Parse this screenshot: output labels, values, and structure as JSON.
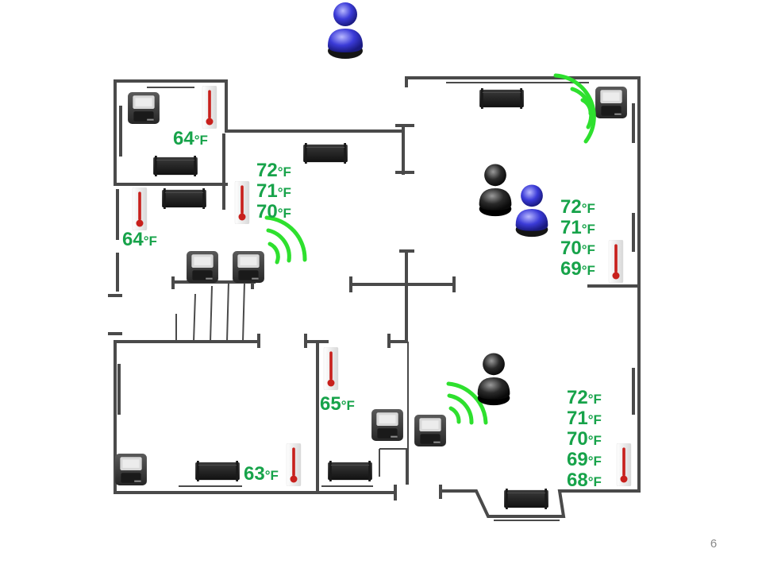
{
  "colors": {
    "temperature": "#17a34a",
    "wall": "#4a4a4a",
    "signal": "#2ee02e",
    "thermo_red": "#c8201c"
  },
  "unit": "°F",
  "page_number": "6",
  "temperature_groups": [
    {
      "id": "top-left-room",
      "readings": [
        "64"
      ]
    },
    {
      "id": "hall",
      "readings": [
        "72",
        "71",
        "70"
      ]
    },
    {
      "id": "left-room",
      "readings": [
        "64"
      ]
    },
    {
      "id": "right-upper",
      "readings": [
        "72",
        "71",
        "70",
        "69"
      ]
    },
    {
      "id": "center-small",
      "readings": [
        "65"
      ]
    },
    {
      "id": "right-lower",
      "readings": [
        "72",
        "71",
        "70",
        "69",
        "68"
      ]
    },
    {
      "id": "bottom-left",
      "readings": [
        "63"
      ]
    }
  ],
  "icons": {
    "person": "person-icon",
    "thermometer": "thermometer-icon",
    "thermostat": "thermostat-icon",
    "radiator": "radiator-icon",
    "signal": "wifi-signal-icon"
  }
}
